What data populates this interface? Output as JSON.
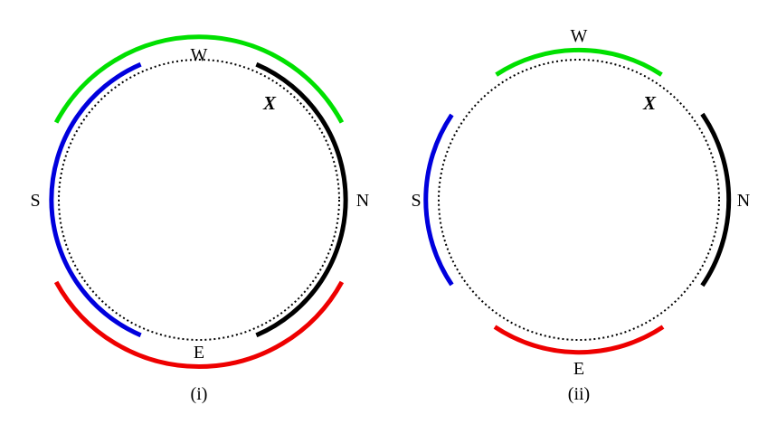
{
  "panels": [
    {
      "caption": "(i)",
      "labels": {
        "west": "W",
        "north": "N",
        "east": "E",
        "south": "S",
        "x": "X"
      },
      "arcs": [
        {
          "name": "green-arc",
          "color": "#00e000"
        },
        {
          "name": "black-arc",
          "color": "#000000"
        },
        {
          "name": "red-arc",
          "color": "#ee0000"
        },
        {
          "name": "blue-arc",
          "color": "#0000dd"
        }
      ]
    },
    {
      "caption": "(ii)",
      "labels": {
        "west": "W",
        "north": "N",
        "east": "E",
        "south": "S",
        "x": "X"
      },
      "arcs": [
        {
          "name": "green-arc",
          "color": "#00e000"
        },
        {
          "name": "black-arc",
          "color": "#000000"
        },
        {
          "name": "red-arc",
          "color": "#ee0000"
        },
        {
          "name": "blue-arc",
          "color": "#0000dd"
        }
      ]
    }
  ]
}
